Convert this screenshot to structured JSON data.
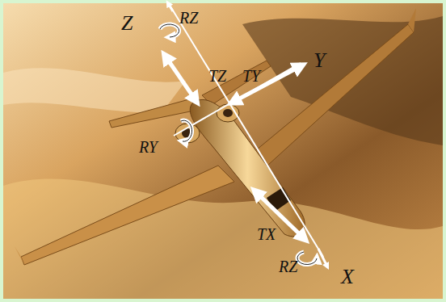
{
  "diagram": {
    "labels": [
      "Z⃗",
      "RZ",
      "TZ",
      "TY",
      "Y⃗",
      "RY",
      "TX",
      "RZ",
      "X⃗"
    ]
  }
}
